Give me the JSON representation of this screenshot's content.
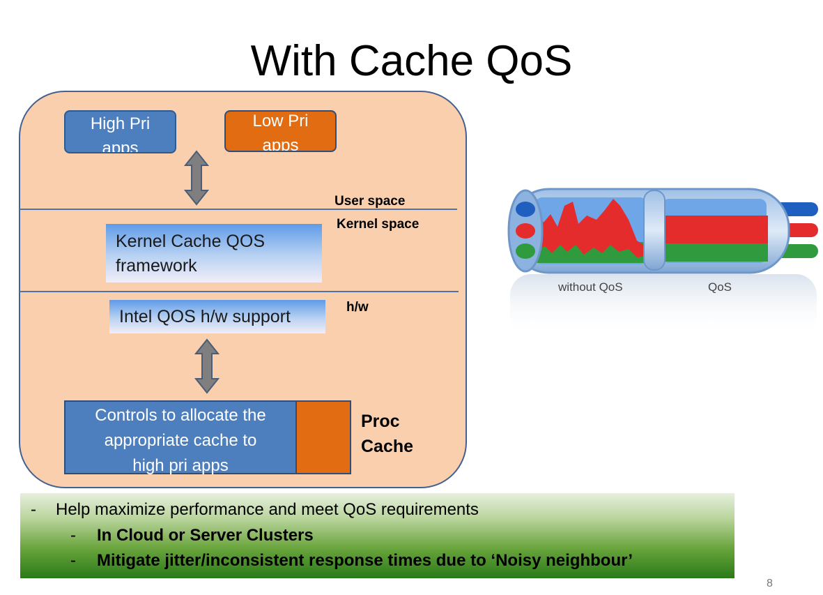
{
  "slide": {
    "title": "With Cache QoS",
    "page_number": "8"
  },
  "diagram": {
    "high_pri": {
      "line1": "High Pri",
      "line2": "apps"
    },
    "low_pri": {
      "line1": "Low Pri",
      "line2": "apps"
    },
    "user_space_label": "User space",
    "kernel_space_label": "Kernel space",
    "kernel_box": {
      "line1": "Kernel Cache QOS",
      "line2": "framework"
    },
    "hw_label": "h/w",
    "intel_box": "Intel QOS h/w support",
    "controls": {
      "line1": "Controls  to allocate the",
      "line2": "appropriate cache to",
      "line3": "high pri apps"
    },
    "proc_cache": {
      "line1": "Proc",
      "line2": "Cache"
    },
    "colors": {
      "panel": "#f9cfae",
      "apps_blue": "#4d7fbf",
      "apps_orange": "#e26c12",
      "separator": "#4f74a4"
    }
  },
  "pipe": {
    "left_label": "without QoS",
    "right_label": "QoS",
    "colors": {
      "blue": "#1f5fbf",
      "red": "#e52c2c",
      "green": "#2f9b3e"
    }
  },
  "bullets": {
    "main": "Help maximize performance and meet QoS requirements",
    "dash": "-",
    "sub": [
      "In Cloud or Server Clusters",
      "Mitigate jitter/inconsistent response times due to ‘Noisy neighbour’"
    ]
  }
}
